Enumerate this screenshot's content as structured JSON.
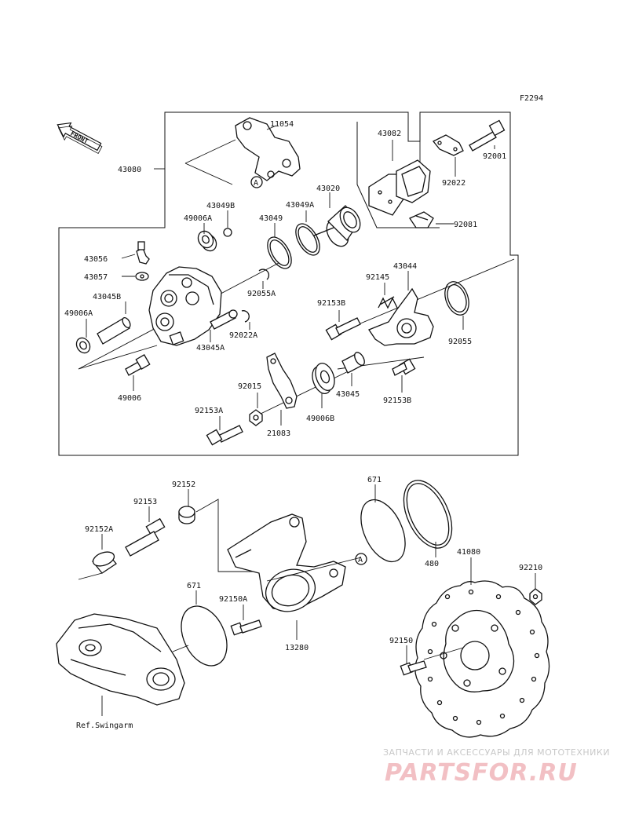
{
  "figure_code": "F2294",
  "front_marker": "FRONT",
  "reference_label": "Ref.Swingarm",
  "watermark": {
    "line1": "ЗАПЧАСТИ И АКСЕССУАРЫ ДЛЯ МОТОТЕХНИКИ",
    "line2": "PARTSFOR.RU"
  },
  "callouts": [
    {
      "id": "11054",
      "text": "11054"
    },
    {
      "id": "43082",
      "text": "43082"
    },
    {
      "id": "92001",
      "text": "92001"
    },
    {
      "id": "43080",
      "text": "43080"
    },
    {
      "id": "92022",
      "text": "92022"
    },
    {
      "id": "43020",
      "text": "43020"
    },
    {
      "id": "43049B",
      "text": "43049B"
    },
    {
      "id": "43049A",
      "text": "43049A"
    },
    {
      "id": "49006A_top",
      "text": "49006A"
    },
    {
      "id": "43049",
      "text": "43049"
    },
    {
      "id": "92081",
      "text": "92081"
    },
    {
      "id": "43056",
      "text": "43056"
    },
    {
      "id": "43044",
      "text": "43044"
    },
    {
      "id": "43057",
      "text": "43057"
    },
    {
      "id": "92145",
      "text": "92145"
    },
    {
      "id": "92055A",
      "text": "92055A"
    },
    {
      "id": "43045B",
      "text": "43045B"
    },
    {
      "id": "92153B_left",
      "text": "92153B"
    },
    {
      "id": "49006A_left",
      "text": "49006A"
    },
    {
      "id": "92022A",
      "text": "92022A"
    },
    {
      "id": "92055",
      "text": "92055"
    },
    {
      "id": "43045A",
      "text": "43045A"
    },
    {
      "id": "92015",
      "text": "92015"
    },
    {
      "id": "43045",
      "text": "43045"
    },
    {
      "id": "49006",
      "text": "49006"
    },
    {
      "id": "92153B_right",
      "text": "92153B"
    },
    {
      "id": "92153A",
      "text": "92153A"
    },
    {
      "id": "49006B",
      "text": "49006B"
    },
    {
      "id": "21083",
      "text": "21083"
    },
    {
      "id": "671_top",
      "text": "671"
    },
    {
      "id": "92152",
      "text": "92152"
    },
    {
      "id": "92153",
      "text": "92153"
    },
    {
      "id": "92152A",
      "text": "92152A"
    },
    {
      "id": "480",
      "text": "480"
    },
    {
      "id": "41080",
      "text": "41080"
    },
    {
      "id": "92210",
      "text": "92210"
    },
    {
      "id": "671_bottom",
      "text": "671"
    },
    {
      "id": "92150A",
      "text": "92150A"
    },
    {
      "id": "13280",
      "text": "13280"
    },
    {
      "id": "92150",
      "text": "92150"
    }
  ],
  "reference_markers": [
    "A",
    "A"
  ]
}
